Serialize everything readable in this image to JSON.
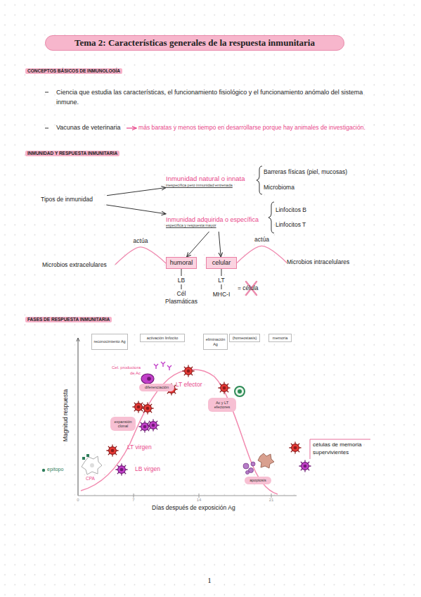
{
  "diagram": {
    "title": "Tema 2: Características generales de la respuesta inmunitaria",
    "nodes": [
      {
        "text": [
          "Tipos de inmunidad"
        ]
      },
      {
        "text": [
          "Inmunidad natural o innata",
          "inespecífica pero inmunidad entrenada"
        ]
      },
      {
        "text": [
          "Inmunidad adquirida o específica",
          "específica y respuesta mayor"
        ]
      },
      {
        "text": [
          "Microbios extracelulares"
        ]
      },
      {
        "text": [
          "humoral"
        ]
      },
      {
        "text": [
          "celular"
        ]
      },
      {
        "text": [
          "Microbios intracelulares"
        ]
      },
      {
        "text": [
          "reconocimiento Ag"
        ]
      },
      {
        "text": [
          "activación linfocito"
        ]
      },
      {
        "text": [
          "eliminación Ag"
        ]
      },
      {
        "text": [
          "(homeostasis)"
        ]
      },
      {
        "text": [
          "memoria"
        ]
      },
      {
        "text": [
          "diferenciación"
        ]
      },
      {
        "text": [
          "expansión clonal"
        ]
      },
      {
        "text": [
          "Ac y LT efectores"
        ]
      },
      {
        "text": [
          "apoptosis"
        ]
      }
    ],
    "edges": [
      {
        "from": 0,
        "to": 1,
        "arrow": "to"
      },
      {
        "from": 0,
        "to": 2,
        "arrow": "to"
      },
      {
        "from": 2,
        "to": 4,
        "arrow": "to"
      },
      {
        "from": 2,
        "to": 5,
        "arrow": "to"
      },
      {
        "from": 3,
        "to": 4,
        "label": "actúa",
        "arrow": "none"
      },
      {
        "from": 5,
        "to": 6,
        "label": "actúa",
        "arrow": "none"
      }
    ],
    "labels": [
      "CONCEPTOS BÁSICOS DE INMUNOLOGÍA",
      "Ciencia que estudia las características, el funcionamiento fisiológico y el funcionamiento anómalo del sistema inmune.",
      "Vacunas de veterinaria",
      "más baratas y menos tiempo en desarrollarse porque hay animales de investigación.",
      "INMUNIDAD Y RESPUESTA INMUNITARIA",
      "Barreras físicas (piel, mucosas)",
      "Microbioma",
      "Linfocitos B",
      "Linfocitos T",
      "LB",
      "Cél Plasmáticas",
      "LT",
      "MHC-I",
      "= célula",
      "FASES DE RESPUESTA INMUNITARIA",
      "Magnitud respuesta",
      "Cel. productora de Ac",
      "LT efector",
      "LT virgen",
      "epítopo",
      "LB virgen",
      "CPA",
      "células de memoria supervivientes",
      "0",
      "7",
      "14",
      "21",
      "Días después de exposición Ag",
      "1"
    ]
  }
}
